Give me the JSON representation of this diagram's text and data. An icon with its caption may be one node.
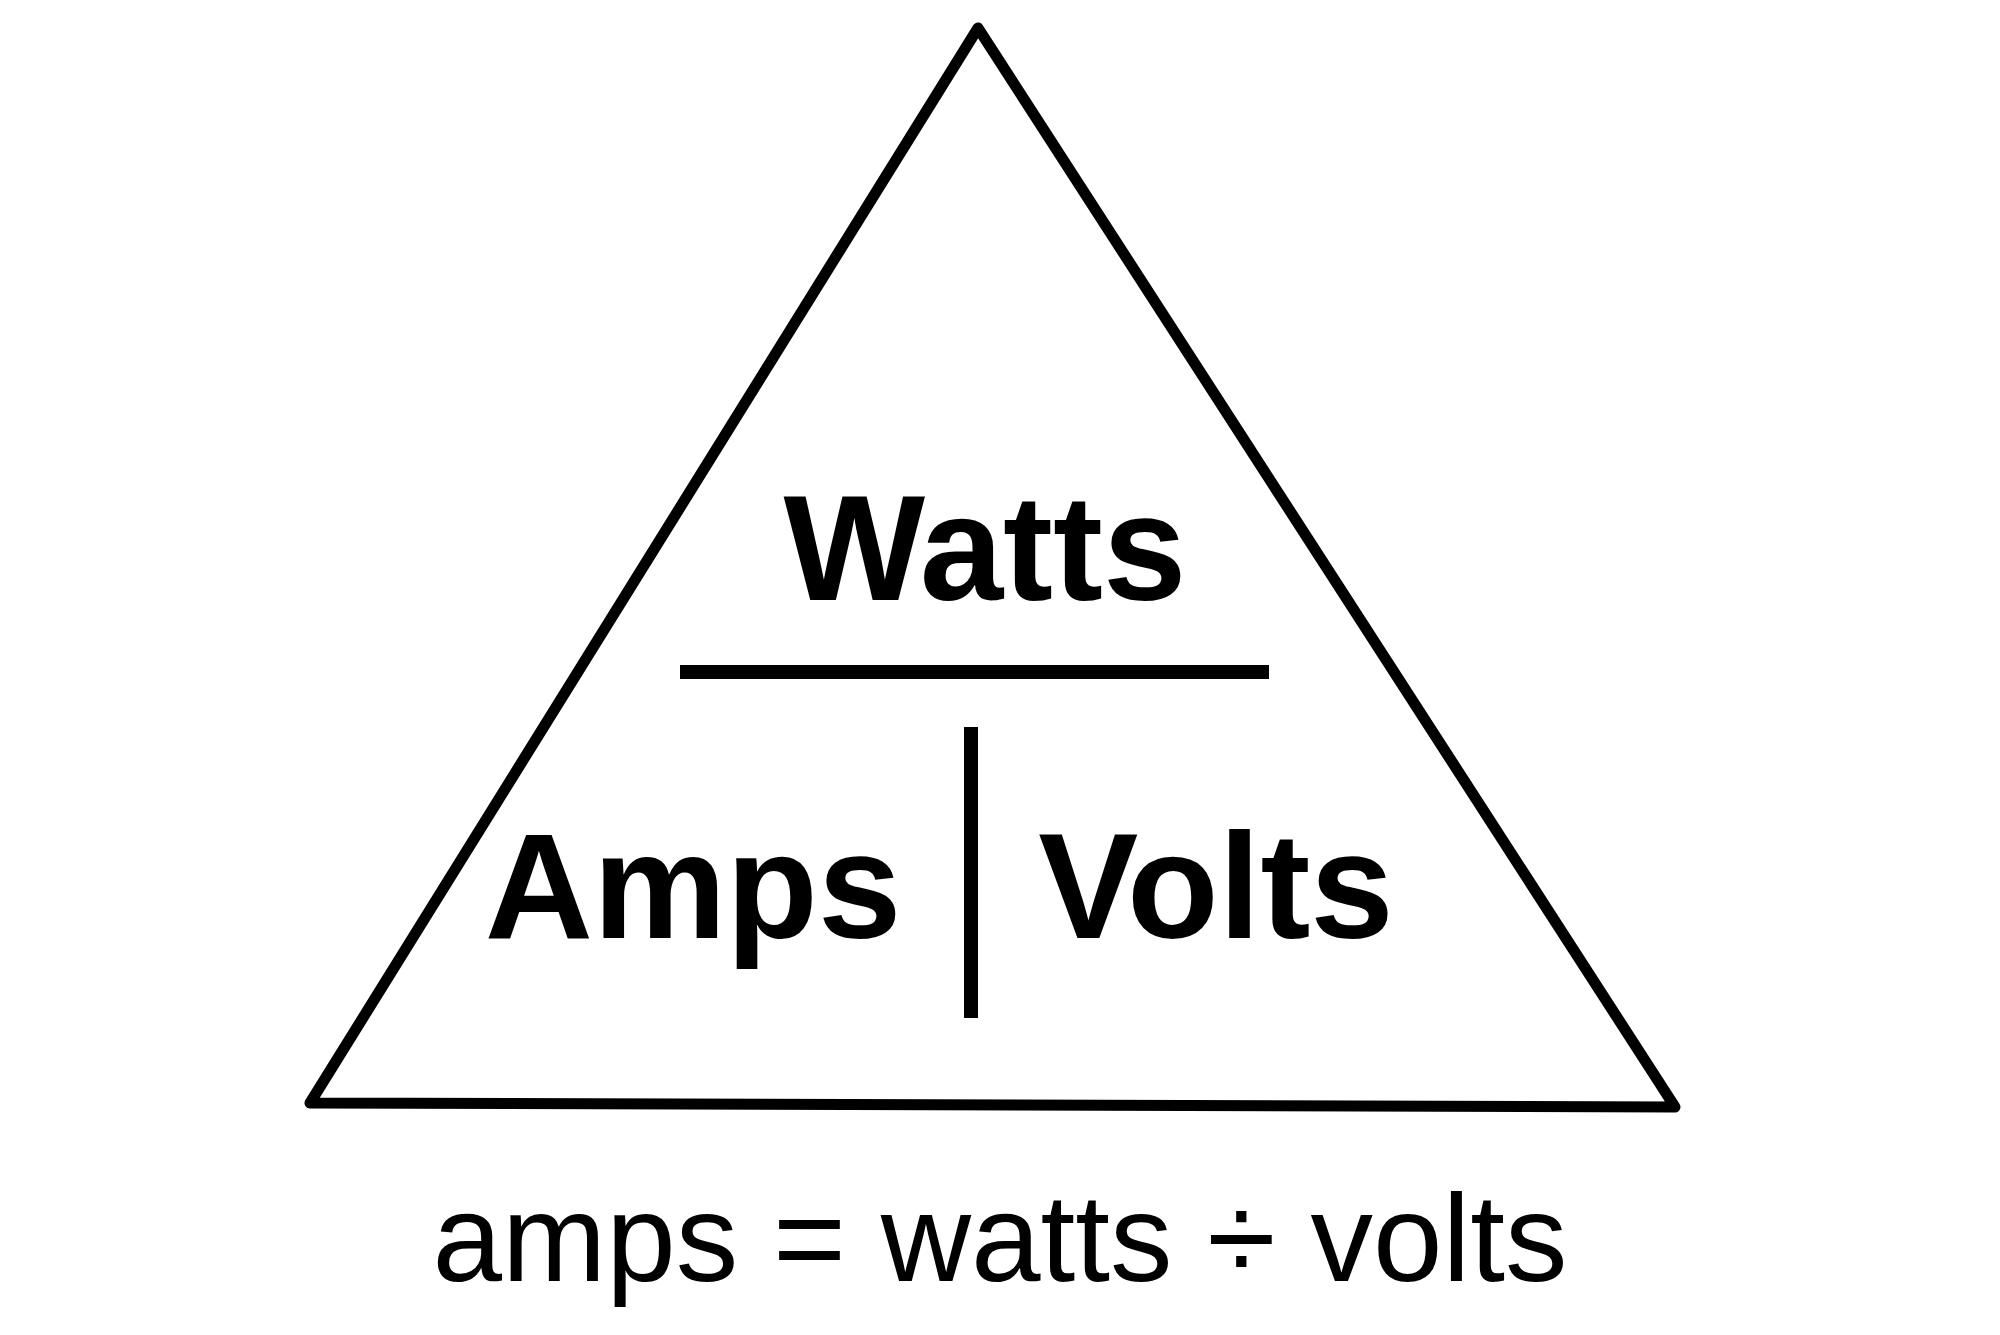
{
  "diagram": {
    "caption": "amps = watts ÷ volts",
    "nodes": [
      {
        "text": [
          "Watts",
          "Amps",
          "Volts"
        ]
      }
    ]
  }
}
